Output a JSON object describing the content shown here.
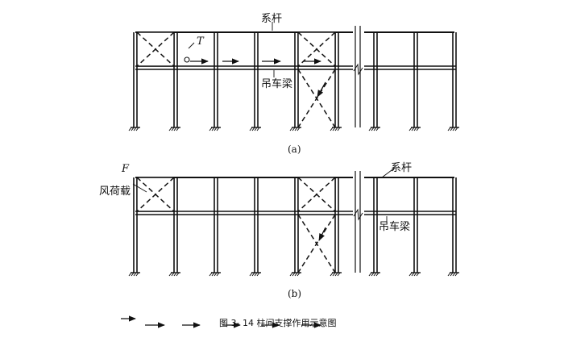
{
  "diagram": {
    "caption": "图 3- 14  柱间支撑作用示意图",
    "panel_a": {
      "label": "(a)",
      "tie_bar_label": "系杆",
      "crane_beam_label": "吊车梁",
      "force_label": "T"
    },
    "panel_b": {
      "label": "(b)",
      "tie_bar_label": "系杆",
      "crane_beam_label": "吊车梁",
      "force_label": "F",
      "wind_load_label": "风荷载"
    },
    "colors": {
      "line": "#111111",
      "background": "#ffffff"
    }
  }
}
